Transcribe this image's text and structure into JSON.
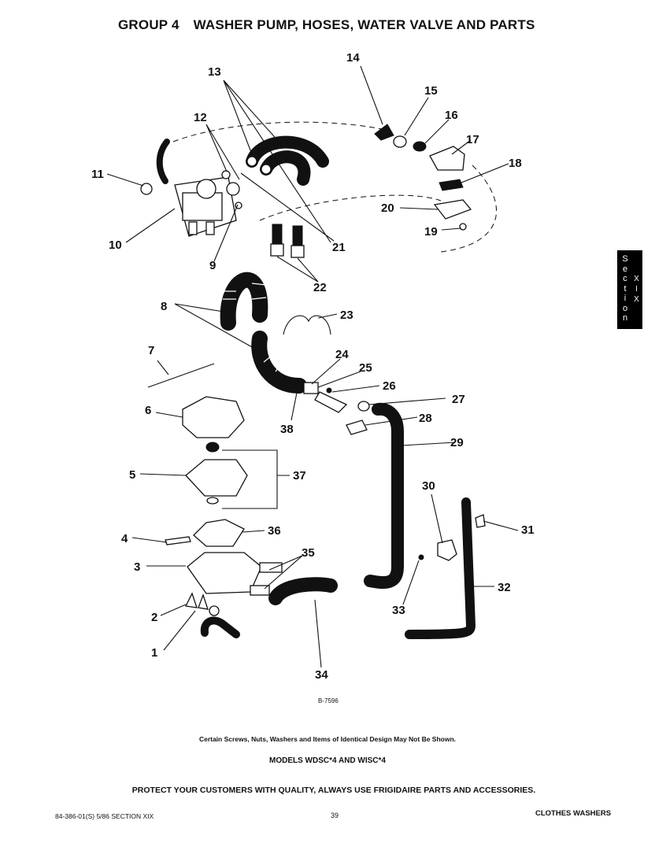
{
  "header": {
    "group": "GROUP 4",
    "title": "WASHER PUMP, HOSES, WATER VALVE AND PARTS"
  },
  "section_tab": {
    "letters": [
      "S",
      "e",
      "c",
      "t",
      "i",
      "o",
      "n"
    ],
    "roman": [
      "X",
      "I",
      "X"
    ]
  },
  "callouts": [
    "1",
    "2",
    "3",
    "4",
    "5",
    "6",
    "7",
    "8",
    "9",
    "10",
    "11",
    "12",
    "13",
    "14",
    "15",
    "16",
    "17",
    "18",
    "19",
    "20",
    "21",
    "22",
    "23",
    "24",
    "25",
    "26",
    "27",
    "28",
    "29",
    "30",
    "31",
    "32",
    "33",
    "34",
    "35",
    "36",
    "37",
    "38"
  ],
  "drawing_ref": "B-7596",
  "note": "Certain Screws, Nuts, Washers and Items of Identical Design May Not Be Shown.",
  "models": "MODELS WDSC*4 AND WISC*4",
  "protect": "PROTECT YOUR CUSTOMERS WITH QUALITY, ALWAYS USE FRIGIDAIRE PARTS AND ACCESSORIES.",
  "footer": {
    "left": "84-386-01(S) 5/86  SECTION XIX",
    "page": "39",
    "right": "CLOTHES WASHERS"
  }
}
